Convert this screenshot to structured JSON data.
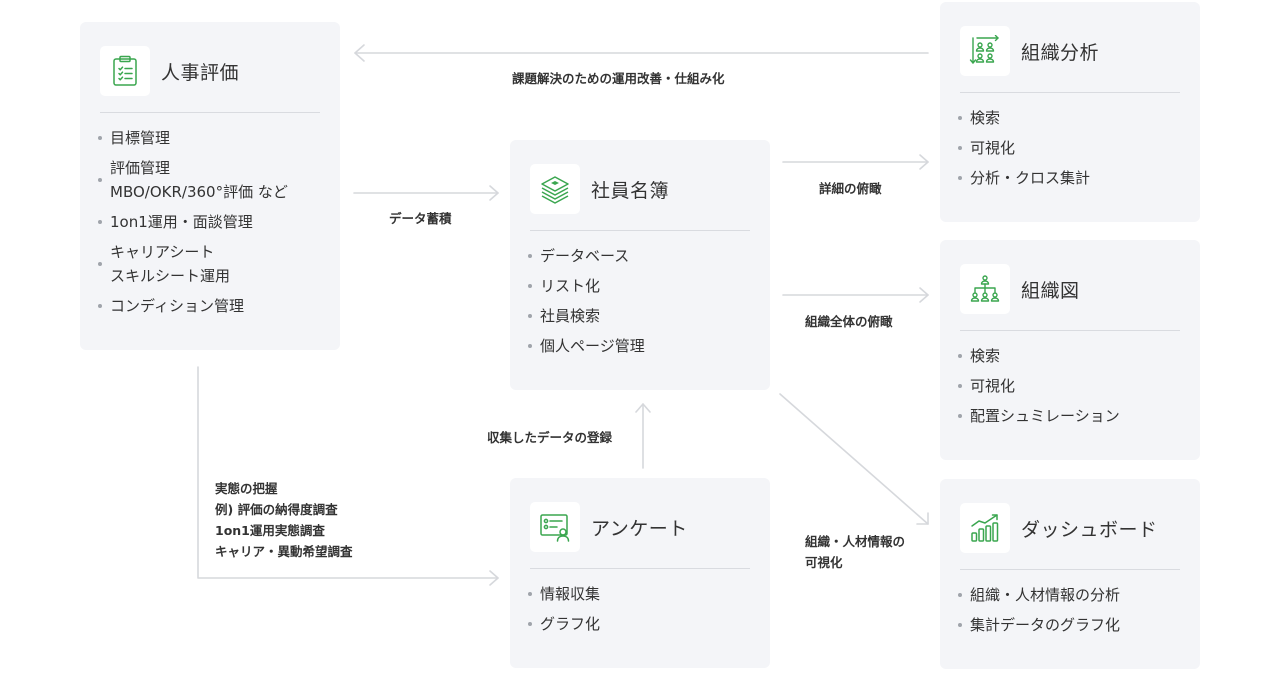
{
  "nodes": {
    "hr_eval": {
      "title": "人事評価",
      "items": [
        "目標管理",
        "評価管理\nMBO/OKR/360°評価 など",
        "1on1運用・面談管理",
        "キャリアシート\nスキルシート運用",
        "コンディション管理"
      ]
    },
    "directory": {
      "title": "社員名簿",
      "items": [
        "データベース",
        "リスト化",
        "社員検索",
        "個人ページ管理"
      ]
    },
    "survey": {
      "title": "アンケート",
      "items": [
        "情報収集",
        "グラフ化"
      ]
    },
    "org_analysis": {
      "title": "組織分析",
      "items": [
        "検索",
        "可視化",
        "分析・クロス集計"
      ]
    },
    "org_chart": {
      "title": "組織図",
      "items": [
        "検索",
        "可視化",
        "配置シュミレーション"
      ]
    },
    "dashboard": {
      "title": "ダッシュボード",
      "items": [
        "組織・人材情報の分析",
        "集計データのグラフ化"
      ]
    }
  },
  "edges": {
    "improvement": "課題解決のための運用改善・仕組み化",
    "data_accumulation": "データ蓄積",
    "detail_overview": "詳細の俯瞰",
    "org_overview": "組織全体の俯瞰",
    "registration": "収集したデータの登録",
    "visualization": "組織・人材情報の\n可視化",
    "survey_purpose": "実態の把握\n例) 評価の納得度調査\n1on1運用実態調査\nキャリア・異動希望調査"
  },
  "colors": {
    "accent": "#3aa64f",
    "card_bg": "#f4f5f8",
    "arrow": "#d6d8dc"
  },
  "icons": {
    "hr_eval": "clipboard-icon",
    "directory": "stacked-layers-icon",
    "survey": "survey-form-icon",
    "org_analysis": "people-grid-icon",
    "org_chart": "org-tree-icon",
    "dashboard": "bar-chart-icon"
  }
}
